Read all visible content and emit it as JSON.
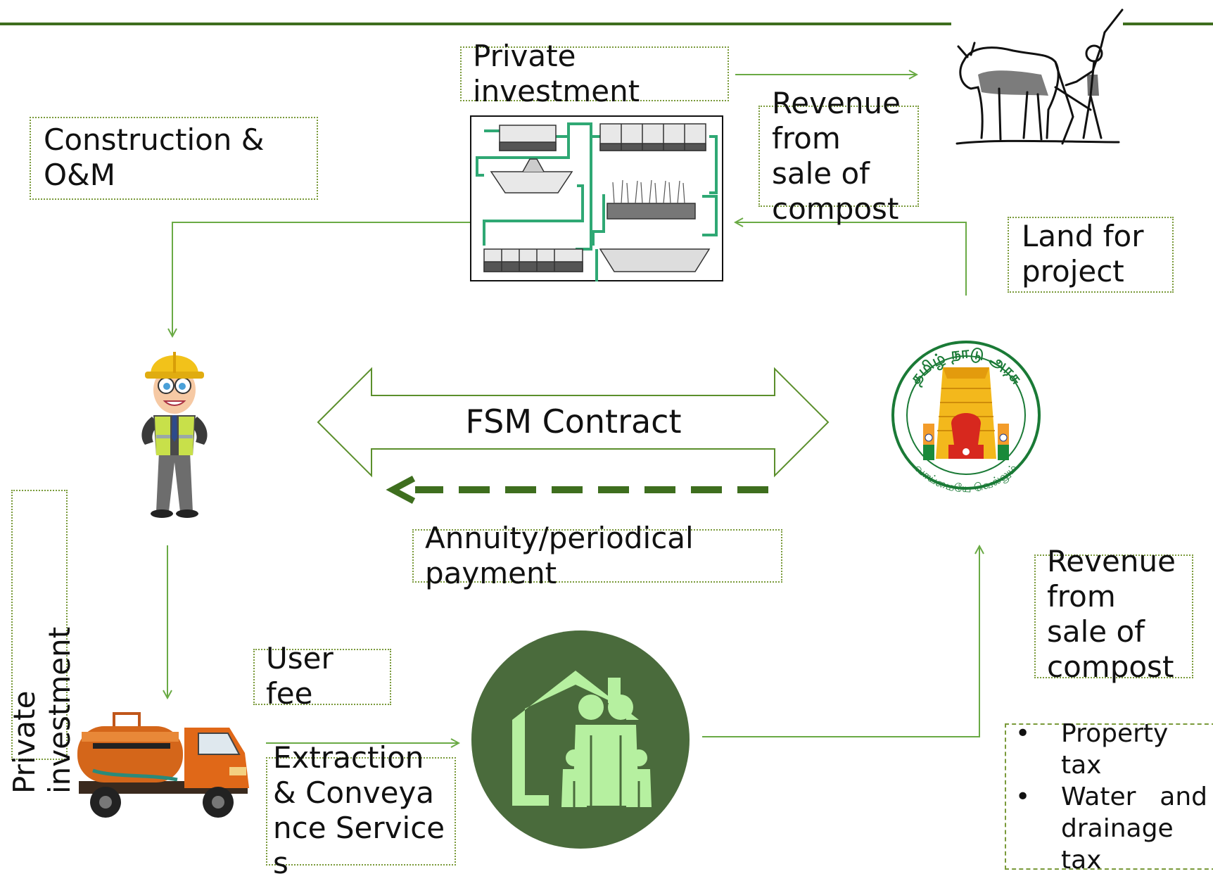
{
  "labels": {
    "private_investment_top": "Private investment",
    "construction_om": "Construction & O&M",
    "revenue_compost_top": "Revenue from sale of compost",
    "land_for_project": "Land for project",
    "fsm_contract": "FSM Contract",
    "annuity_payment": "Annuity/periodical payment",
    "private_investment_left": "Private investment",
    "user_fee": "User fee",
    "extraction_services": "Extraction & Conveyance Services",
    "revenue_compost_right": "Revenue from sale of compost",
    "taxes": [
      "Property tax",
      "Water and drainage tax"
    ]
  },
  "seal_text": {
    "top": "தமிழ் நாடு அரசு",
    "bottom": "வாய்மையே வெல்லும்"
  },
  "colors": {
    "arrow_green": "#6aaa45",
    "line_green": "#3e6e1e",
    "box_border": "#7a9a3a",
    "circle_dark": "#4a6b3c",
    "family_light": "#b6f0a0"
  },
  "icons": {
    "plant": "treatment-plant-schematic",
    "farmer": "farmer-ploughing-icon",
    "worker": "construction-worker-icon",
    "seal": "tamil-nadu-emblem-icon",
    "household": "household-family-icon",
    "truck": "septic-tanker-truck-icon"
  }
}
